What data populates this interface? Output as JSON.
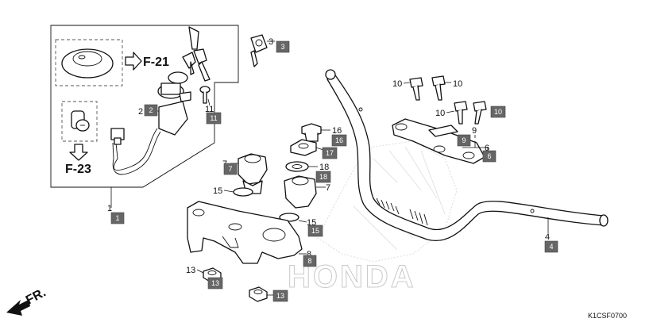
{
  "watermark": {
    "brand": "HONDA"
  },
  "diagram_code": "K1CSF0700",
  "front_indicator": "FR.",
  "refs": {
    "f21": "F-21",
    "f23": "F-23"
  },
  "callouts": [
    {
      "id": "c1",
      "num": "1"
    },
    {
      "id": "c2",
      "num": "2"
    },
    {
      "id": "c3",
      "num": "3"
    },
    {
      "id": "c4",
      "num": "4"
    },
    {
      "id": "c6",
      "num": "6"
    },
    {
      "id": "c7a",
      "num": "7"
    },
    {
      "id": "c7b",
      "num": "7"
    },
    {
      "id": "c8",
      "num": "8"
    },
    {
      "id": "c9",
      "num": "9"
    },
    {
      "id": "c10a",
      "num": "10"
    },
    {
      "id": "c10b",
      "num": "10"
    },
    {
      "id": "c10c",
      "num": "10"
    },
    {
      "id": "c11",
      "num": "11"
    },
    {
      "id": "c13",
      "num": "13"
    },
    {
      "id": "c15a",
      "num": "15"
    },
    {
      "id": "c15b",
      "num": "15"
    },
    {
      "id": "c16",
      "num": "16"
    },
    {
      "id": "c18",
      "num": "18"
    }
  ],
  "boxes": [
    {
      "id": "b1",
      "num": "1"
    },
    {
      "id": "b2",
      "num": "2"
    },
    {
      "id": "b3",
      "num": "3"
    },
    {
      "id": "b4",
      "num": "4"
    },
    {
      "id": "b6",
      "num": "6"
    },
    {
      "id": "b7",
      "num": "7"
    },
    {
      "id": "b8",
      "num": "8"
    },
    {
      "id": "b9",
      "num": "9"
    },
    {
      "id": "b10",
      "num": "10"
    },
    {
      "id": "b11",
      "num": "11"
    },
    {
      "id": "b13a",
      "num": "13"
    },
    {
      "id": "b13b",
      "num": "13"
    },
    {
      "id": "b15",
      "num": "15"
    },
    {
      "id": "b16",
      "num": "16"
    },
    {
      "id": "b17",
      "num": "17"
    },
    {
      "id": "b18",
      "num": "18"
    }
  ],
  "colors": {
    "box_fill": "#666666",
    "line": "#111111",
    "watermark": "#c9c9c9"
  }
}
